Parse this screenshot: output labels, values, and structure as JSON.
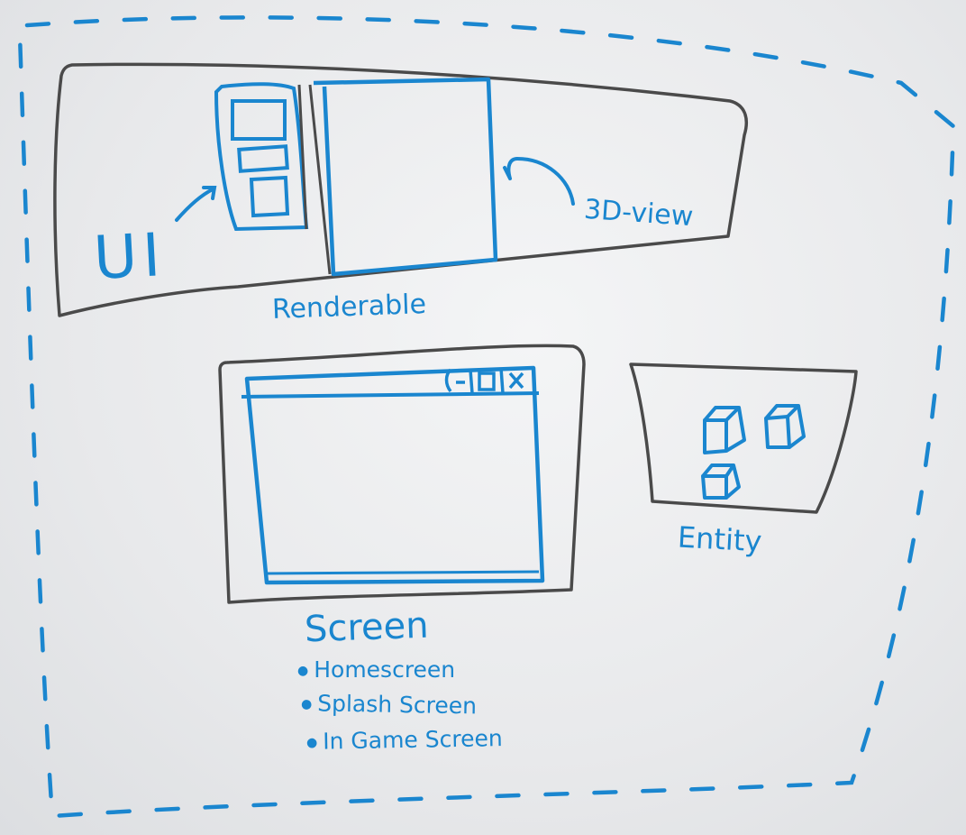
{
  "labels": {
    "ui": "UI",
    "three_d_view": "3D-view",
    "renderable": "Renderable",
    "screen": "Screen",
    "entity": "Entity"
  },
  "screen_types": [
    "Homescreen",
    "Splash Screen",
    "In Game Screen"
  ],
  "window_controls": {
    "minimize": "-",
    "close": "x"
  },
  "colors": {
    "marker_blue": "#1a86cf",
    "marker_black": "#4a4a4a",
    "board": "#eceded"
  }
}
